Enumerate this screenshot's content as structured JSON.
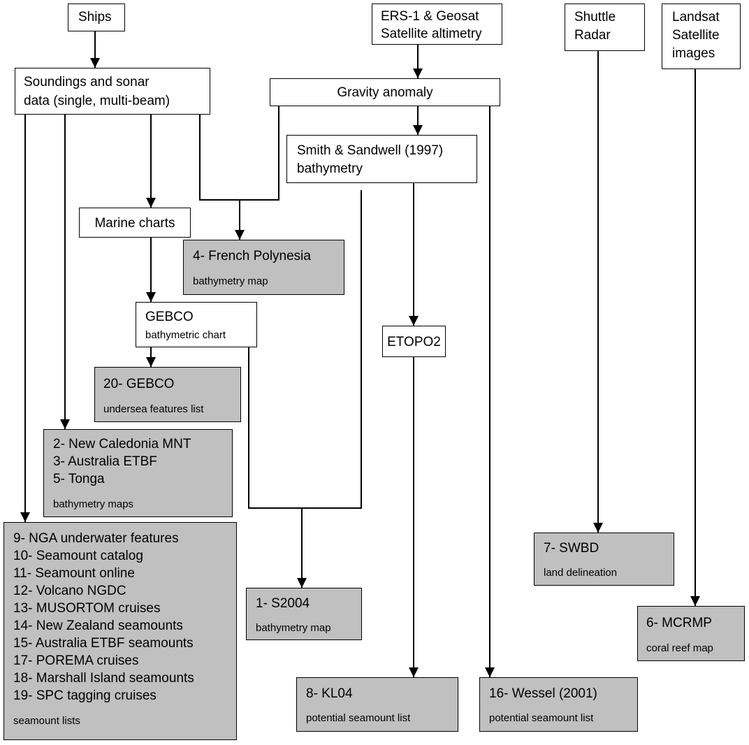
{
  "colors": {
    "line": "#000000",
    "source_box": "#ffffff",
    "product_box": "#c0c0c0"
  },
  "sources": {
    "ships": "Ships",
    "altimetry": [
      "ERS-1 & Geosat",
      "Satellite altimetry"
    ],
    "shuttle": [
      "Shuttle",
      "Radar"
    ],
    "landsat": [
      "Landsat",
      "Satellite",
      "images"
    ]
  },
  "intermediates": {
    "soundings": [
      "Soundings and sonar",
      "data (single, multi-beam)"
    ],
    "gravity": "Gravity anomaly",
    "smith_sandwell": [
      "Smith & Sandwell (1997)",
      "bathymetry"
    ],
    "marine_charts": "Marine charts",
    "gebco_chart": [
      "GEBCO",
      "bathymetric chart"
    ],
    "etopo2": "ETOPO2"
  },
  "products": {
    "french_polynesia": {
      "title": "4- French Polynesia",
      "subtitle": "bathymetry map"
    },
    "gebco_list": {
      "title": "20- GEBCO",
      "subtitle": "undersea features list"
    },
    "bathy_maps": {
      "items": [
        "2- New Caledonia MNT",
        "3- Australia ETBF",
        "5- Tonga"
      ],
      "subtitle": "bathymetry maps"
    },
    "seamount_lists": {
      "items": [
        "9- NGA underwater features",
        "10- Seamount catalog",
        "11- Seamount online",
        "12- Volcano NGDC",
        "13- MUSORTOM cruises",
        "14- New Zealand seamounts",
        "15- Australia ETBF seamounts",
        "17- POREMA cruises",
        "18- Marshall Island seamounts",
        "19- SPC tagging cruises"
      ],
      "subtitle": "seamount lists"
    },
    "s2004": {
      "title": "1- S2004",
      "subtitle": "bathymetry map"
    },
    "kl04": {
      "title": "8- KL04",
      "subtitle": "potential seamount list"
    },
    "wessel": {
      "title": "16- Wessel (2001)",
      "subtitle": "potential seamount list"
    },
    "swbd": {
      "title": "7- SWBD",
      "subtitle": "land delineation"
    },
    "mcrmp": {
      "title": "6- MCRMP",
      "subtitle": "coral reef map"
    }
  }
}
